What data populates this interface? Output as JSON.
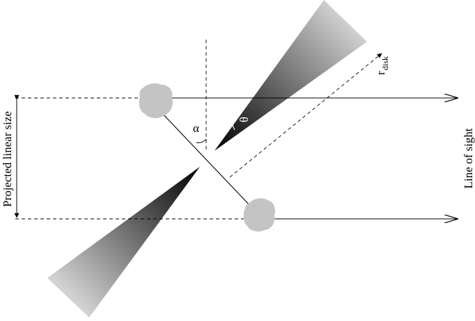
{
  "labels": {
    "projected_linear_size": "Projected linear size",
    "line_of_sight": "Line of sight",
    "alpha": "α",
    "theta": "θ",
    "r": "r",
    "disk": "disk"
  },
  "colors": {
    "ink": "#000000",
    "blob": "#c4c4c4",
    "cone_dark": "#000000",
    "cone_light": "#d2d2d2"
  }
}
